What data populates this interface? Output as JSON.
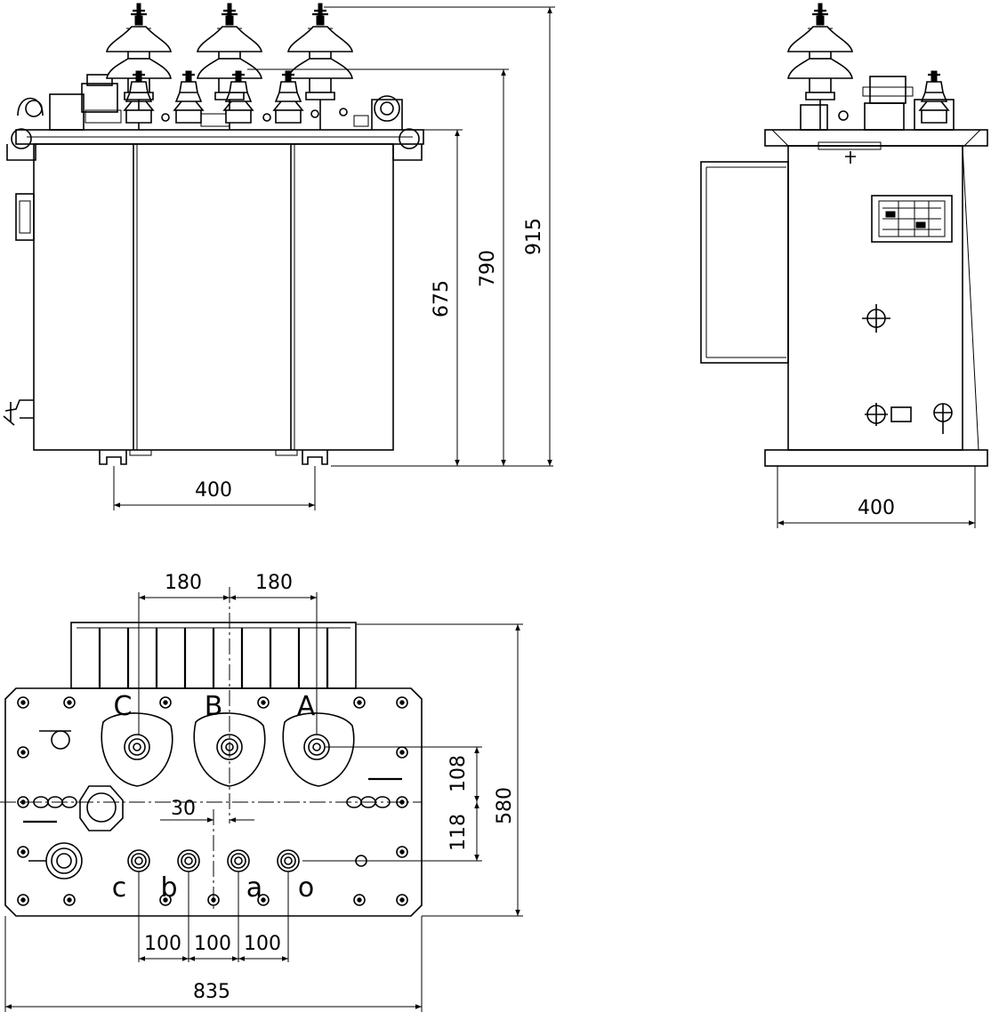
{
  "front_view": {
    "dims": {
      "height_675": "675",
      "height_790": "790",
      "height_915": "915",
      "base_width": "400"
    }
  },
  "side_view": {
    "dims": {
      "base_width": "400"
    }
  },
  "top_view": {
    "dims": {
      "hv_spacing_left": "180",
      "hv_spacing_right": "180",
      "offset_30": "30",
      "row_108": "108",
      "row_118": "118",
      "depth_580": "580",
      "lv_spacing_1": "100",
      "lv_spacing_2": "100",
      "lv_spacing_3": "100",
      "length_835": "835"
    },
    "hv_terminals": [
      "C",
      "B",
      "A"
    ],
    "lv_terminals": [
      "c",
      "b",
      "a",
      "o"
    ]
  }
}
